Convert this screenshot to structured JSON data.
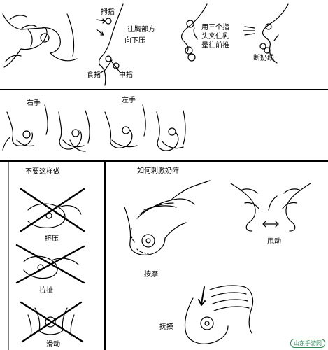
{
  "top": {
    "thumb": "拇指",
    "toward_chest": "往胸部方",
    "press_down": "向下压",
    "index_finger": "食指",
    "middle_finger": "中指",
    "three_fingers": [
      "用三个指",
      "头夹住乳",
      "晕往前推"
    ],
    "breaking_milk": "断奶线"
  },
  "hands": {
    "right_hand": "右手",
    "left_hand": "左手"
  },
  "dont": {
    "title": "不要这样做",
    "squeeze": "挤压",
    "pull": "拉扯",
    "slide": "滑动"
  },
  "stimulate": {
    "title": "如何刺激奶阵",
    "shake": "甩动",
    "massage": "按摩",
    "stroke": "抚摸"
  },
  "watermark": "山东手游网",
  "colors": {
    "line": "#000000",
    "watermark": "#2e8b57"
  }
}
